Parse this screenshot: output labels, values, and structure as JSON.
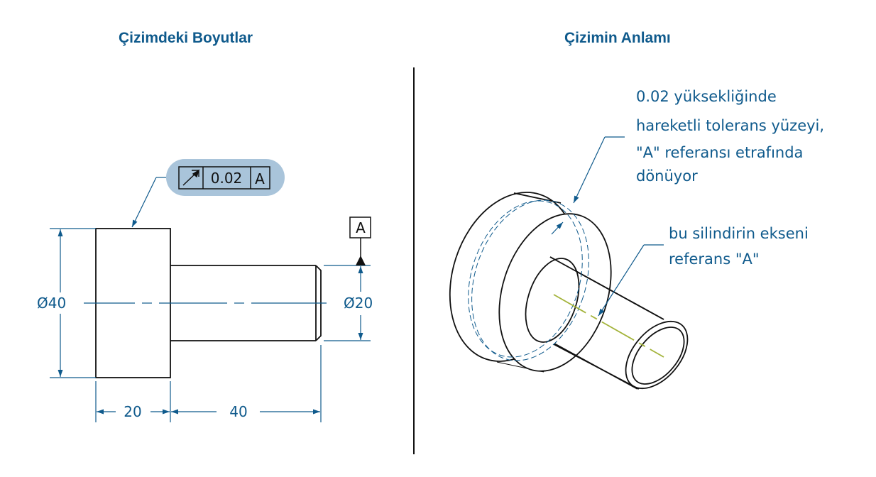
{
  "left_panel": {
    "title": "Çizimdeki Boyutlar",
    "fcf": {
      "symbol": "circular-runout-icon",
      "tolerance": "0.02",
      "datum": "A"
    },
    "datum_label": "A",
    "dims": {
      "dia_large": "Ø40",
      "dia_small": "Ø20",
      "len_flange": "20",
      "len_shaft": "40"
    }
  },
  "right_panel": {
    "title": "Çizimin Anlamı",
    "note1": [
      "0.02 yüksekliğinde",
      "hareketli tolerans yüzeyi,",
      "\"A\" referansı etrafında",
      "dönüyor"
    ],
    "note2": [
      "bu silindirin ekseni",
      "referans \"A\""
    ]
  },
  "colors": {
    "annotation": "#0f5a8c",
    "fcf_highlight": "#a9c4da",
    "axis_line": "#a3b33a",
    "outline": "#111111"
  }
}
